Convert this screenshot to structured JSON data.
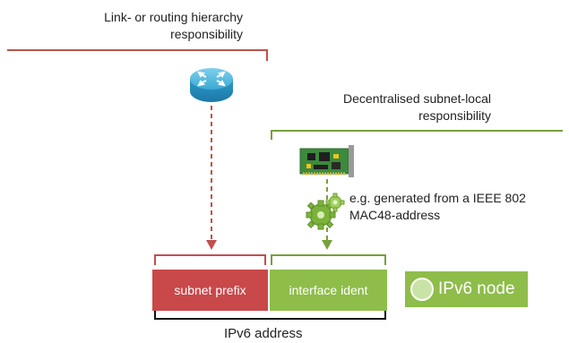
{
  "routing": {
    "label_line1": "Link- or routing hierarchy",
    "label_line2": "responsibility",
    "color": "#c0504d"
  },
  "subnet_local": {
    "label_line1": "Decentralised subnet-local",
    "label_line2": "responsibility",
    "color": "#77a03c"
  },
  "generated_note": {
    "line1": "e.g. generated from a IEEE 802",
    "line2": "MAC48-address"
  },
  "address": {
    "subnet_prefix_label": "subnet prefix",
    "interface_ident_label": "interface ident",
    "ipv6_address_label": "IPv6 address",
    "subnet_prefix_color": "#c9484a",
    "interface_ident_color": "#8ebd4a"
  },
  "node": {
    "label": "IPv6 node",
    "color": "#8ebd4a"
  },
  "icons": {
    "router": "router-icon",
    "nic": "network-card-icon",
    "gears": "gears-icon"
  }
}
